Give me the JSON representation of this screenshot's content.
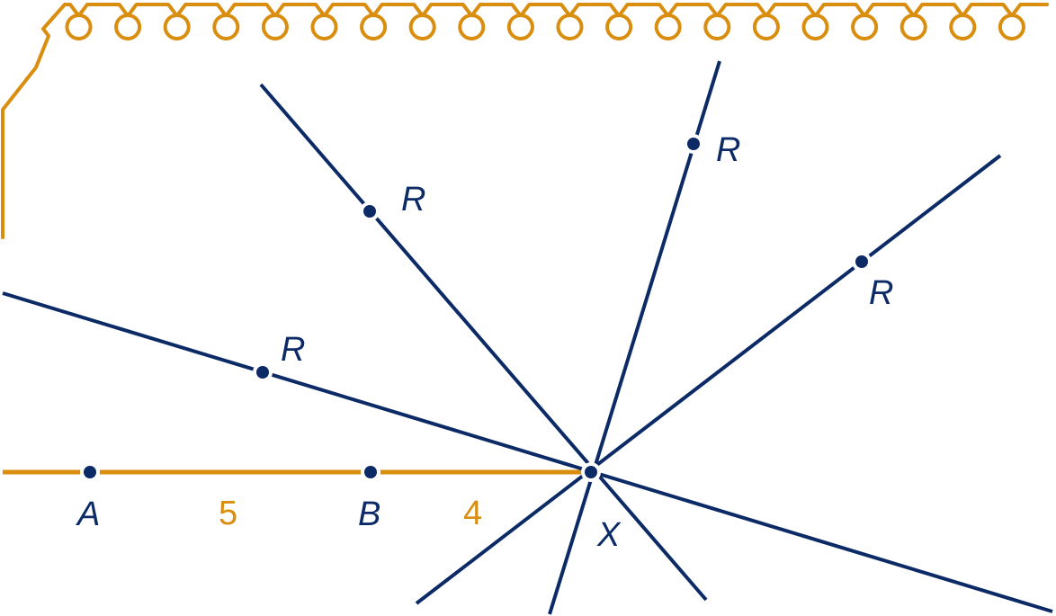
{
  "colors": {
    "navy": "#0b2a66",
    "orange": "#d98e0f",
    "background": "#ffffff"
  },
  "points": {
    "a": "A",
    "b": "B",
    "x": "X"
  },
  "segments": {
    "ab": "5",
    "bx": "4"
  },
  "rays": [
    {
      "label": "R"
    },
    {
      "label": "R"
    },
    {
      "label": "R"
    },
    {
      "label": "R"
    }
  ],
  "decoration": {
    "coil_icon": "spring-coil-icon"
  }
}
